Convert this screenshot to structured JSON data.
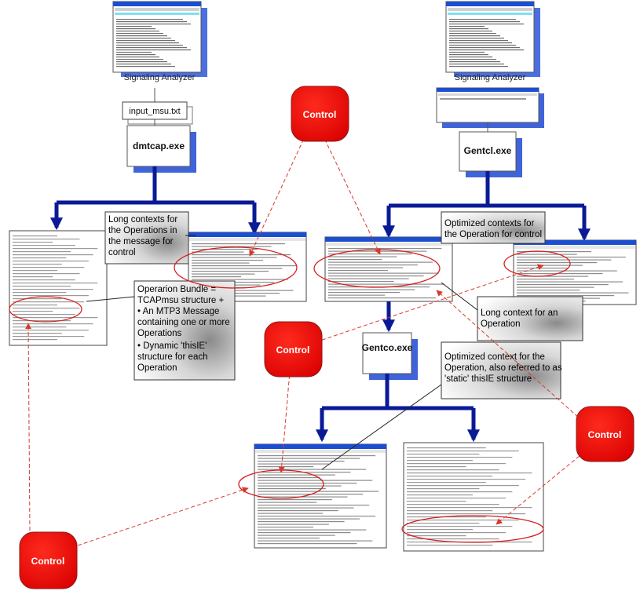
{
  "apps": {
    "left_label": "Signaling Analyzer",
    "right_label": "Signaling Analyzer"
  },
  "files": {
    "input_msu": "input_msu.txt"
  },
  "programs": {
    "dmtcap": "dmtcap.exe",
    "gentcl": "Gentcl.exe",
    "gentco": "Gentco.exe"
  },
  "control_label": "Control",
  "callouts": {
    "long_contexts": [
      "Long contexts for",
      "the Operations in",
      "the message for",
      "control"
    ],
    "optimized_contexts": [
      "Optimized contexts for",
      "the Operation for control"
    ],
    "long_context": [
      "Long context for an",
      "Operation"
    ],
    "optimized_context": [
      "Optimized context for the",
      "Operation, also referred to as",
      "'static' thisIE structure"
    ],
    "operation_bundle": [
      "Operarion Bundle =",
      "TCAPmsu structure +",
      "• An MTP3 Message",
      "containing one or more",
      "Operations",
      "• Dynamic 'thisIE'",
      "structure for each",
      "Operation"
    ]
  },
  "colors": {
    "arrow_blue": "#0a1a96",
    "control_red": "#e50000",
    "dash_red": "#d63a2c",
    "window_title": "#1c4fcf",
    "shadow_blue": "#3f63d8"
  }
}
